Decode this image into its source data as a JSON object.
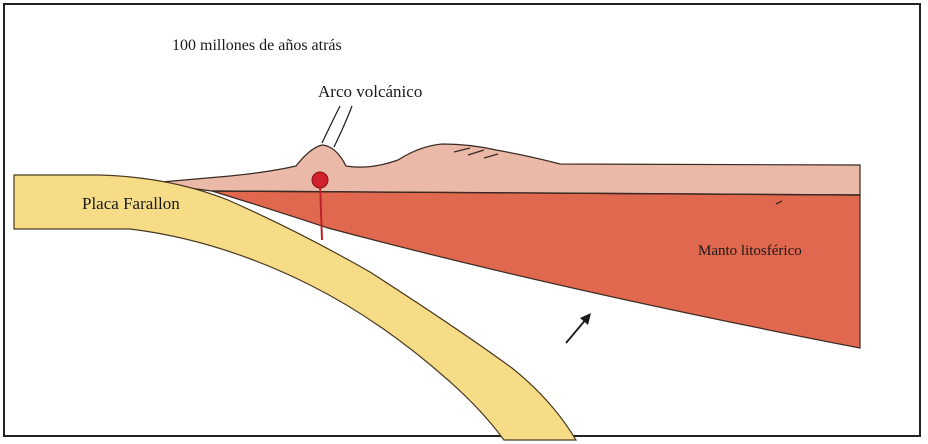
{
  "diagram": {
    "title": "100 millones de años atrás",
    "labels": {
      "volcanic_arc": "Arco volcánico",
      "plate": "Placa Farallon",
      "mantle": "Manto litosférico"
    },
    "colors": {
      "oceanic_plate": "#f6dc86",
      "continental_crust": "#eab9a8",
      "lithospheric_mantle": "#e0684e",
      "magma": "#d0202c",
      "outline": "#3a2a22"
    }
  }
}
